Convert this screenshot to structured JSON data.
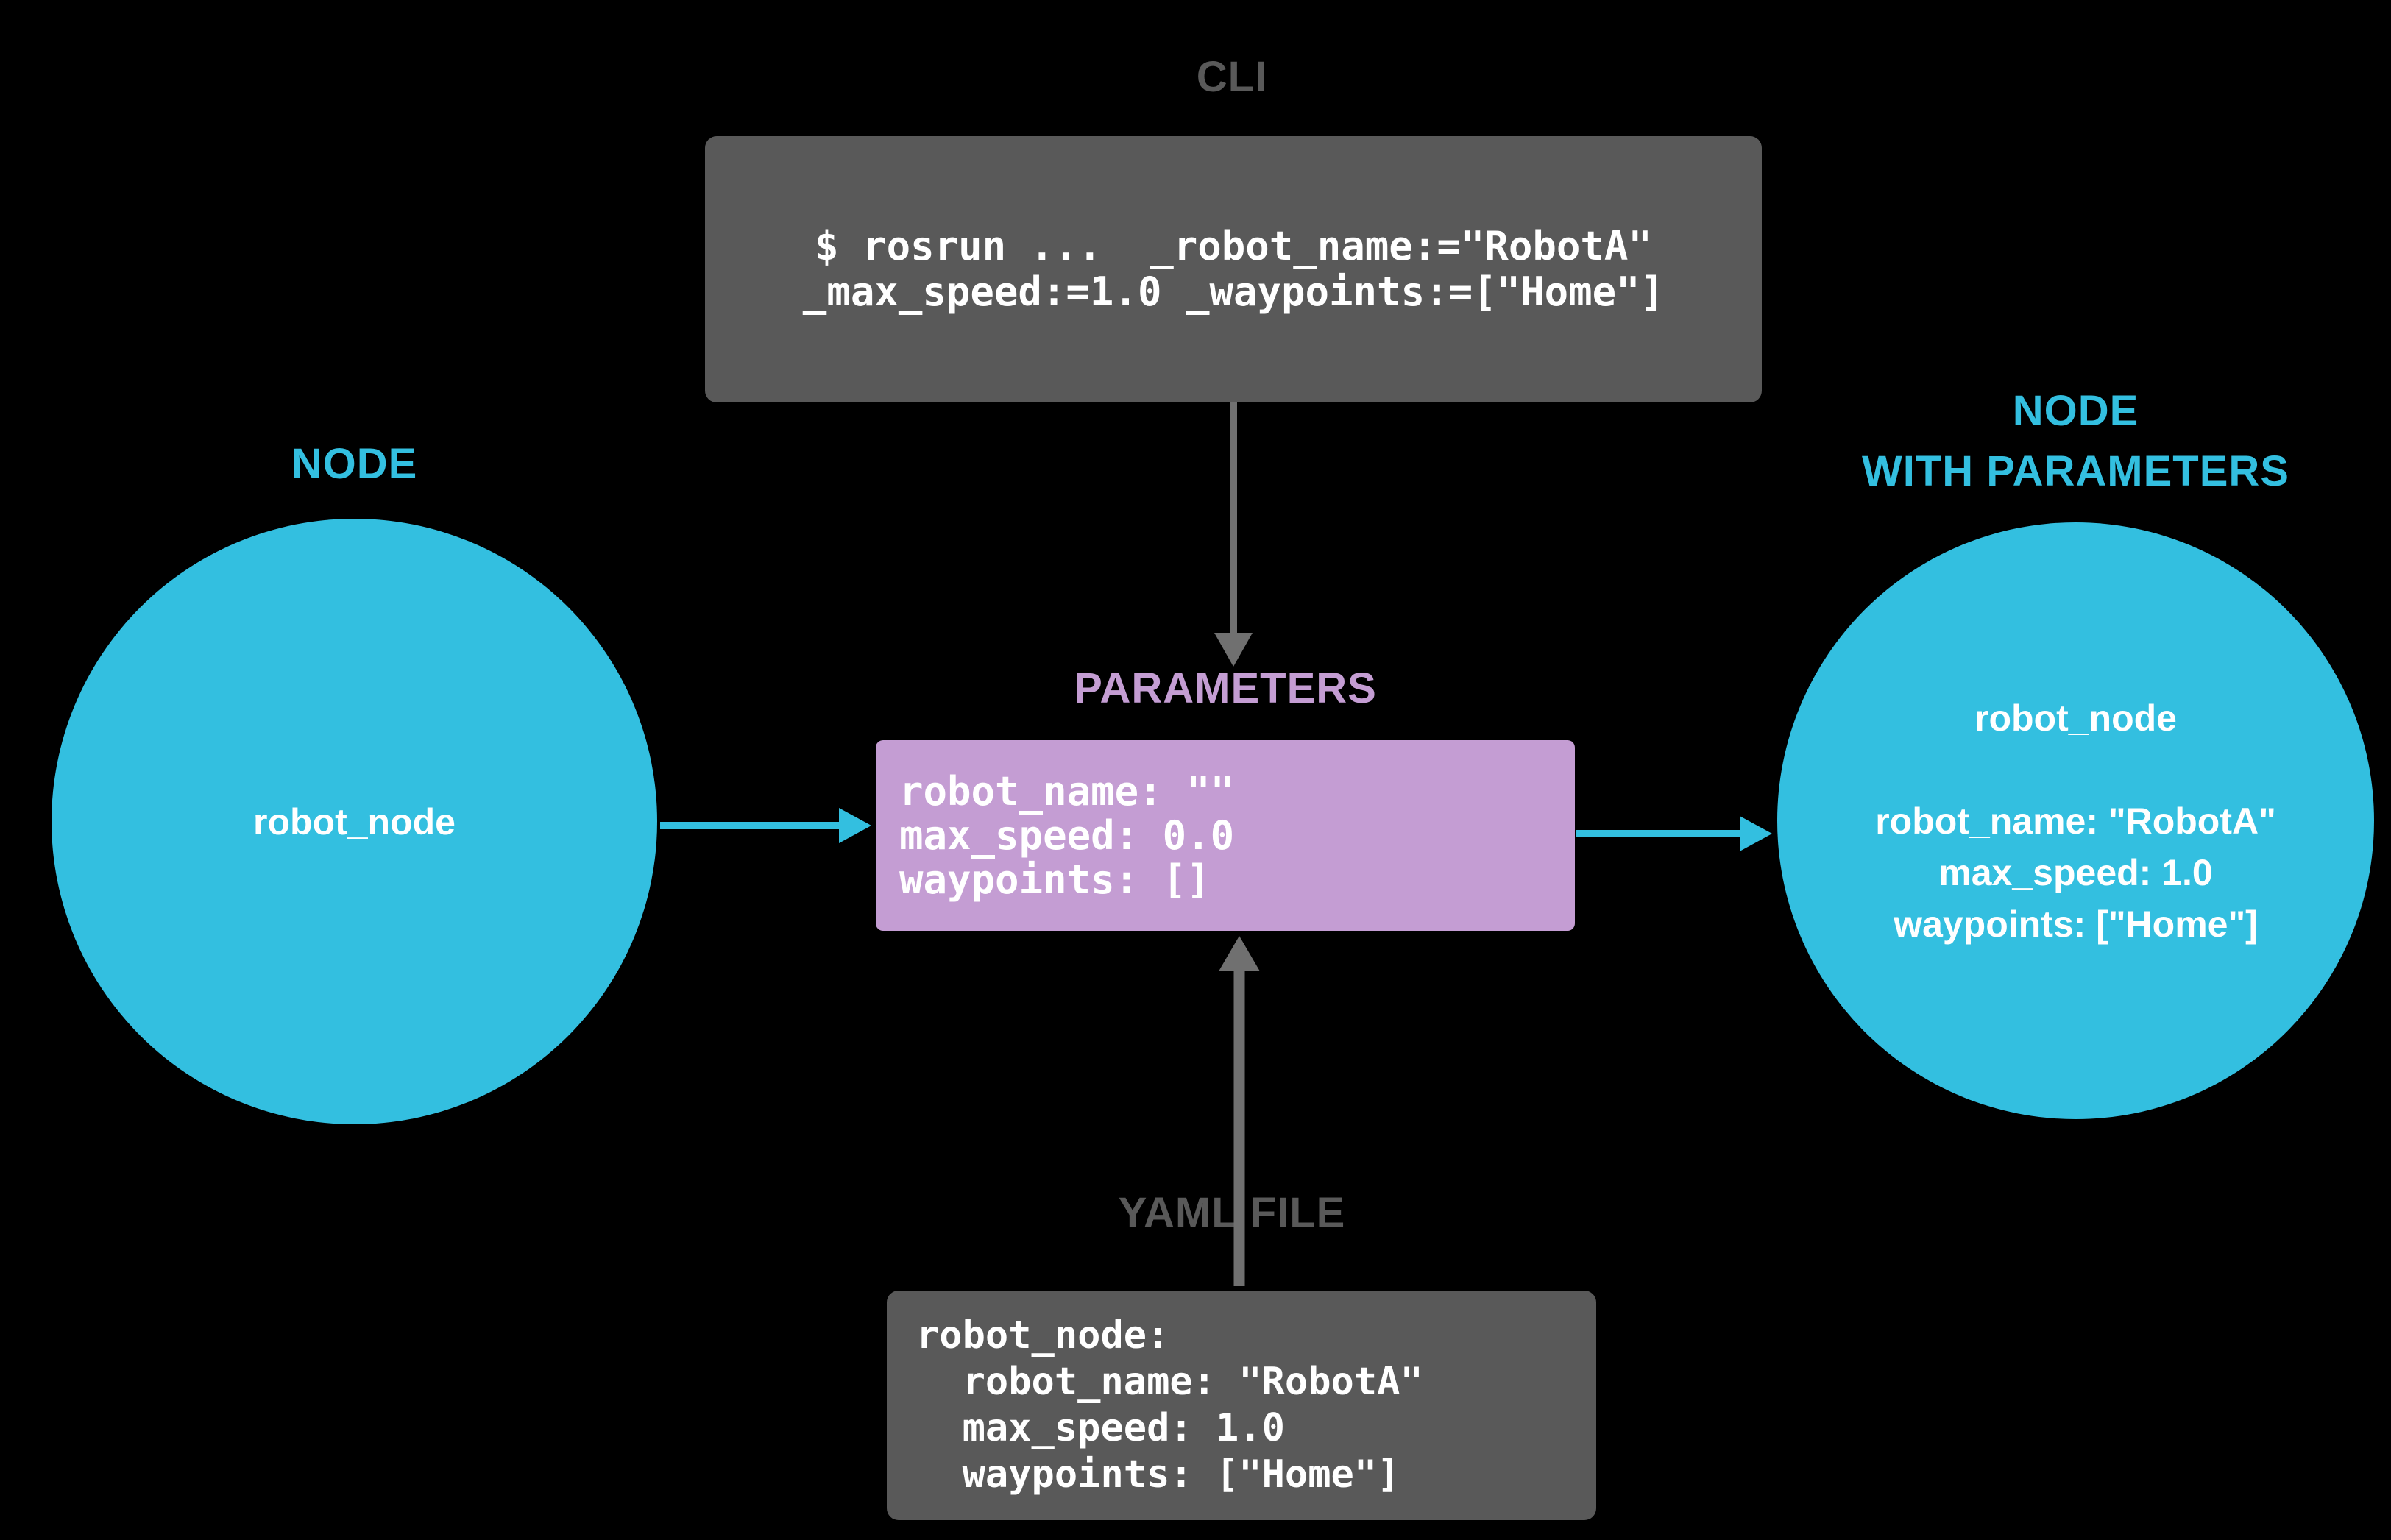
{
  "colors": {
    "background": "#000000",
    "cyan": "#33BFE0",
    "purple": "#C49DD3",
    "gray": "#595959",
    "arrow_gray": "#707070",
    "text_white": "#FFFFFF"
  },
  "cli": {
    "label": "CLI",
    "line1": "$ rosrun ...  _robot_name:=\"RobotA\"",
    "line2": "_max_speed:=1.0 _waypoints:=[\"Home\"]"
  },
  "node_left": {
    "label": "NODE",
    "name": "robot_node"
  },
  "node_right": {
    "label_line1": "NODE",
    "label_line2": "WITH PARAMETERS",
    "name": "robot_node",
    "params": [
      "robot_name: \"RobotA\"",
      "max_speed: 1.0",
      "waypoints: [\"Home\"]"
    ]
  },
  "parameters": {
    "label": "PARAMETERS",
    "lines": [
      "robot_name: \"\"",
      "max_speed: 0.0",
      "waypoints: []"
    ]
  },
  "yaml": {
    "label": "YAML FILE",
    "lines": [
      "robot_node:",
      "  robot_name: \"RobotA\"",
      "  max_speed: 1.0",
      "  waypoints: [\"Home\"]"
    ]
  }
}
